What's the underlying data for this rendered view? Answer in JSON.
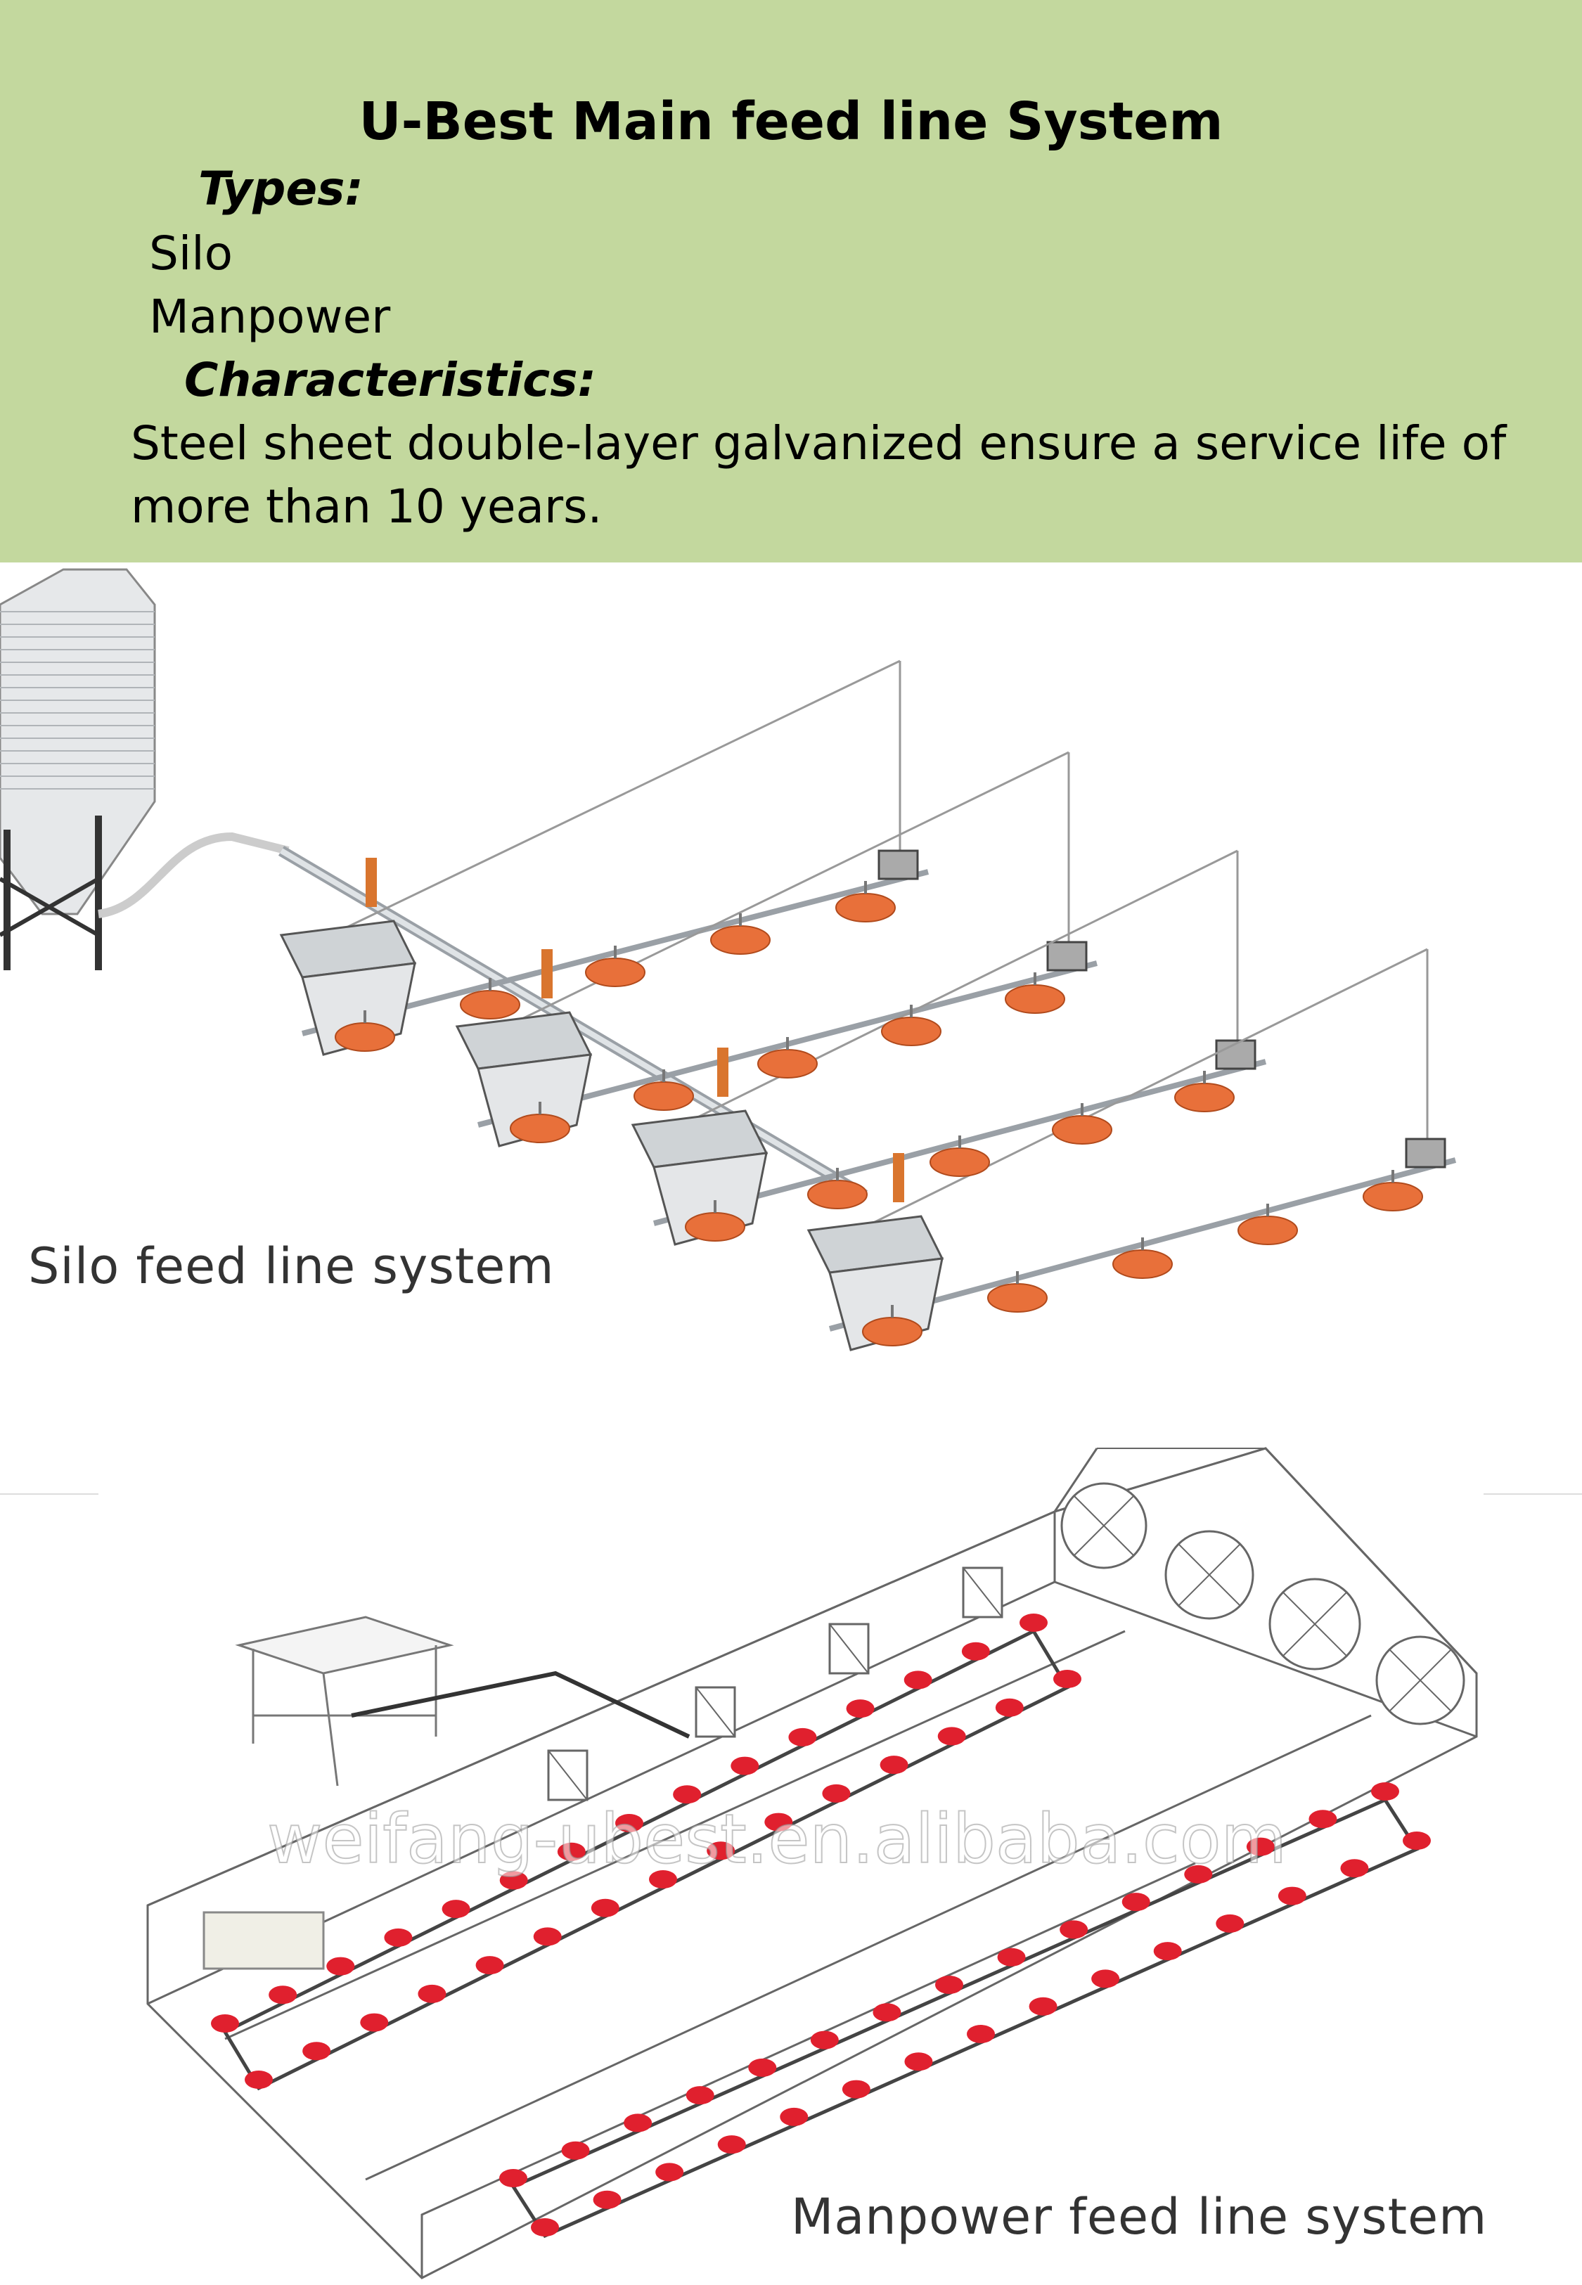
{
  "header": {
    "title": "U-Best Main feed line System",
    "types_label": "Types:",
    "types": [
      "Silo",
      "Manpower"
    ],
    "characteristics_label": "Characteristics:",
    "characteristics_line1": "Steel sheet double-layer galvanized ensure a service life of",
    "characteristics_line2": "more than 10 years.",
    "background_color": "#c3d89e"
  },
  "silo_illustration": {
    "caption": "Silo feed line system",
    "pan_color": "#e8703a"
  },
  "manpower_illustration": {
    "caption": "Manpower feed line system",
    "watermark": "weifang-ubest.en.alibaba.com",
    "pan_color": "#e0202e"
  }
}
